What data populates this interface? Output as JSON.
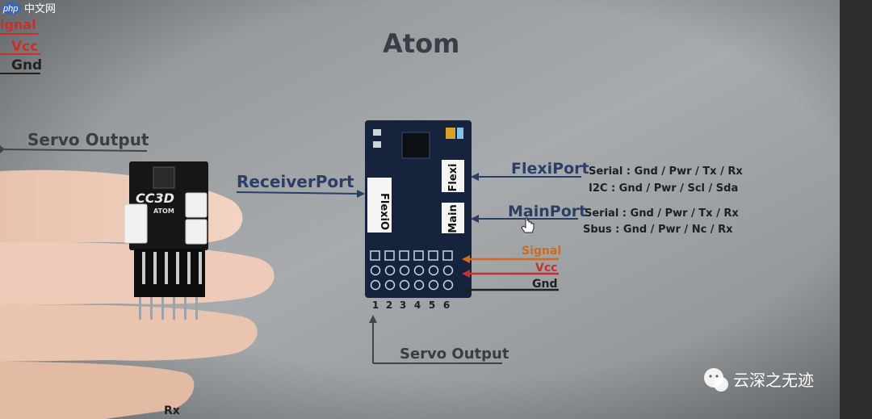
{
  "watermark_top": {
    "logo": "php",
    "text": "中文网"
  },
  "screen": {
    "title": "Atom",
    "left_cut_labels": [
      "ignal",
      "Vcc",
      "Gnd"
    ],
    "servo_output_left": "Servo Output",
    "receiver_port": "ReceiverPort",
    "board_labels": {
      "flexio": "FlexiO",
      "flexi": "Flexi",
      "main": "Main"
    },
    "flexiport": {
      "name": "FlexiPort",
      "line1": "Serial : Gnd / Pwr / Tx / Rx",
      "line2": "I2C : Gnd / Pwr / Scl / Sda"
    },
    "mainport": {
      "name": "MainPort",
      "line1": "Serial : Gnd / Pwr / Tx / Rx",
      "line2": "Sbus : Gnd / Pwr / Nc / Rx"
    },
    "pins": {
      "signal": "Signal",
      "vcc": "Vcc",
      "gnd": "Gnd"
    },
    "pin_numbers": [
      "1",
      "2",
      "3",
      "4",
      "5",
      "6"
    ],
    "servo_output_bottom": "Servo Output",
    "bottom_cut": "Rx"
  },
  "device": {
    "silkscreen": "CC3D",
    "subtext": "ATOM"
  },
  "watermark_bottom": {
    "text": "云深之无迹"
  },
  "colors": {
    "signal": "#d2691e",
    "vcc": "#c8302c",
    "gnd": "#222222",
    "port_text": "#2a3f66",
    "board": "#16233d"
  }
}
